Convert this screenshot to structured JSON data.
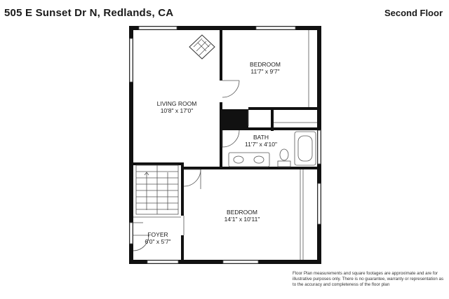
{
  "header": {
    "address": "505 E Sunset Dr N, Redlands, CA",
    "floor": "Second Floor"
  },
  "rooms": {
    "living": {
      "name": "LIVING ROOM",
      "dims": "10'8\" x 17'0\""
    },
    "bedroom1": {
      "name": "BEDROOM",
      "dims": "11'7\" x 9'7\""
    },
    "bath": {
      "name": "BATH",
      "dims": "11'7\" x 4'10\""
    },
    "bedroom2": {
      "name": "BEDROOM",
      "dims": "14'1\" x 10'11\""
    },
    "foyer": {
      "name": "FOYER",
      "dims": "6'0\" x 5'7\""
    }
  },
  "disclaimer": "Floor Plan measurements and square footages are approximate and are for illustrative purposes only. There is no guarantee, warranty or representation as to the accuracy and completeness of the floor plan",
  "colors": {
    "wall": "#111111",
    "line": "#555555"
  }
}
